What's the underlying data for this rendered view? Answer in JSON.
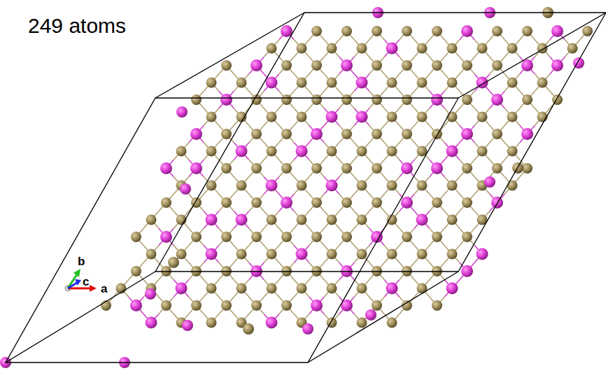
{
  "diagram": {
    "labels": [
      "249 atoms",
      "b",
      "c",
      "a"
    ]
  }
}
